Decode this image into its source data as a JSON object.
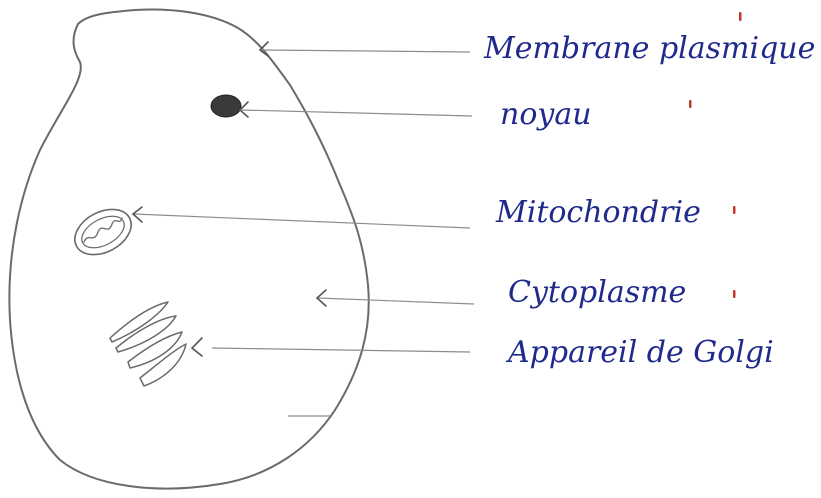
{
  "diagram": {
    "labels": {
      "membrane": "Membrane plasmique",
      "nucleus": "noyau",
      "mitochondria": "Mitochondrie",
      "cytoplasm": "Cytoplasme",
      "golgi": "Appareil de Golgi"
    },
    "colors": {
      "ink": "#1f2a8c",
      "pencil": "#6a6a6a",
      "nucleus_fill": "#3a3a3a",
      "marks": "#c0392b"
    }
  }
}
